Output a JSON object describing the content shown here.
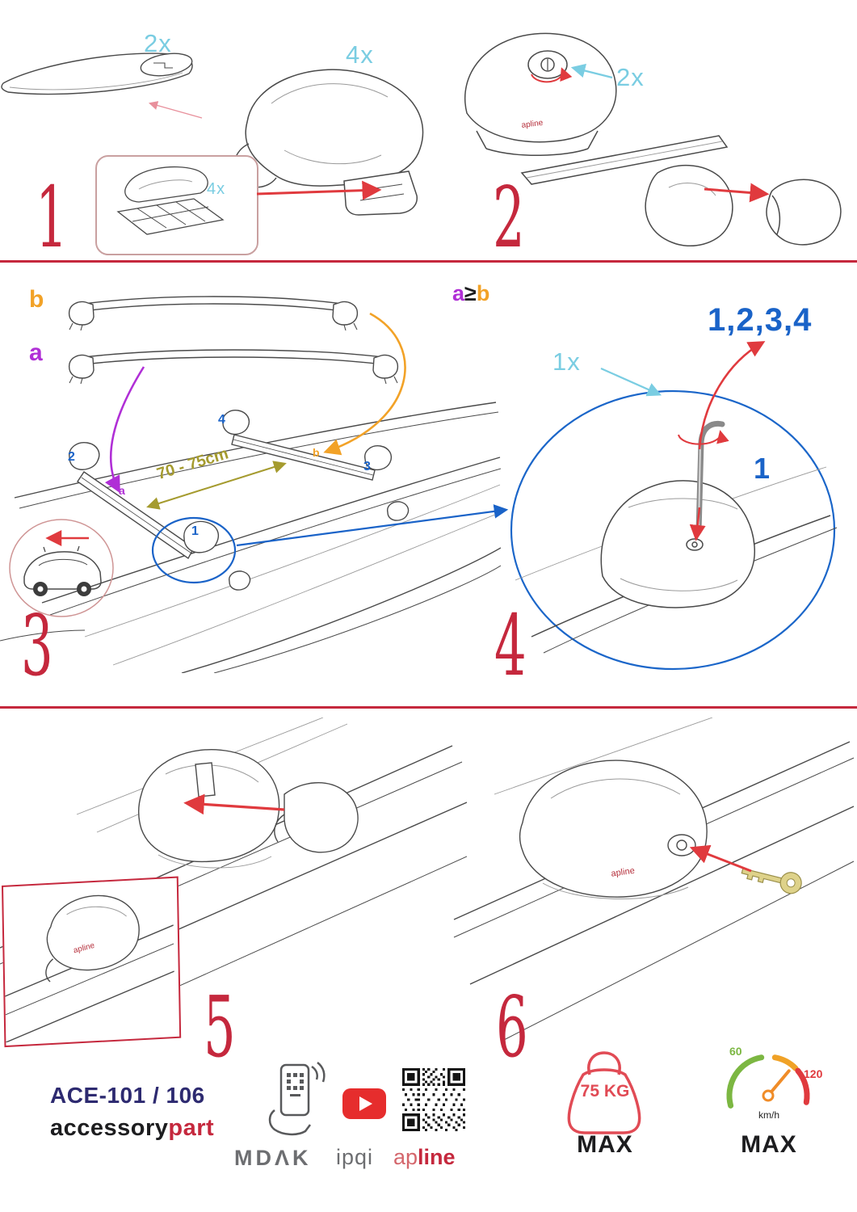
{
  "colors": {
    "accent_red": "#c5283d",
    "arrow_red": "#e03a3e",
    "cyan": "#7acde2",
    "purple": "#b02fd6",
    "orange": "#f2a227",
    "blue": "#1a63c8",
    "olive": "#a59b2f",
    "navy": "#2d2a70",
    "logo_gray": "#6d6e71",
    "green": "#7cb742"
  },
  "steps": {
    "s1": {
      "number": "1",
      "endcap_qty": "2x",
      "foot_qty": "4x",
      "pad_qty": "4x"
    },
    "s2": {
      "number": "2",
      "lock_qty": "2x"
    },
    "s3": {
      "number": "3",
      "bar_b_label": "b",
      "bar_a_label": "a",
      "distance": "70 - 75cm",
      "pos1": "1",
      "pos2": "2",
      "pos3": "3",
      "pos4": "4",
      "bar_a_small": "a",
      "bar_b_small": "b"
    },
    "s4": {
      "number": "4",
      "rule_a": "a",
      "rule_op": "≥",
      "rule_b": "b",
      "sequence": "1,2,3,4",
      "tool_qty": "1x",
      "pos1": "1"
    },
    "s5": {
      "number": "5"
    },
    "s6": {
      "number": "6"
    }
  },
  "brand": {
    "foot_logo": "apline"
  },
  "footer": {
    "model": "ACE-101 / 106",
    "brand_accessory": "accessory",
    "brand_part": "part",
    "logo_mdak": "MDΛK",
    "logo_ipqi": "ipqi",
    "logo_ap": "ap",
    "logo_line": "line",
    "weight_value": "75 KG",
    "weight_max": "MAX",
    "speed_low": "60",
    "speed_high": "120",
    "speed_unit": "km/h",
    "speed_max": "MAX"
  }
}
